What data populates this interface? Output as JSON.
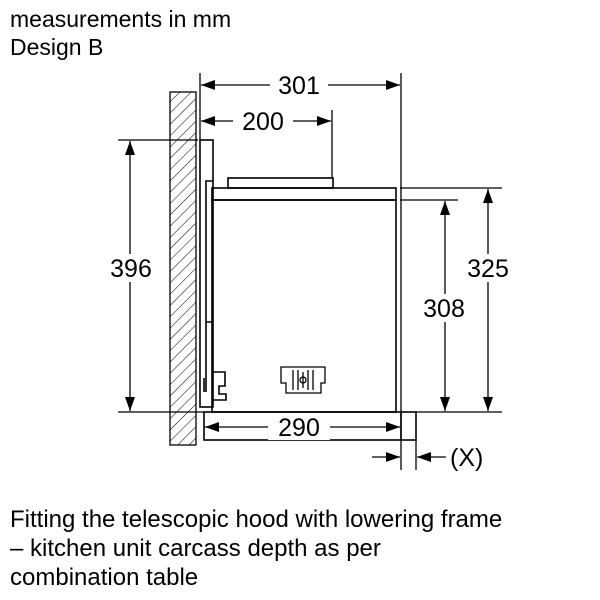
{
  "header": {
    "line1": "measurements in mm",
    "line2": "Design B"
  },
  "dimensions": {
    "overall_depth": "301",
    "top_plate_depth": "200",
    "total_height": "396",
    "unit_height_outer": "325",
    "unit_height_inner": "308",
    "frame_depth": "290",
    "offset_label": "(X)"
  },
  "caption": {
    "line1": "Fitting the telescopic hood with lowering frame",
    "line2": "– kitchen unit carcass depth as per",
    "line3": "combination table"
  }
}
